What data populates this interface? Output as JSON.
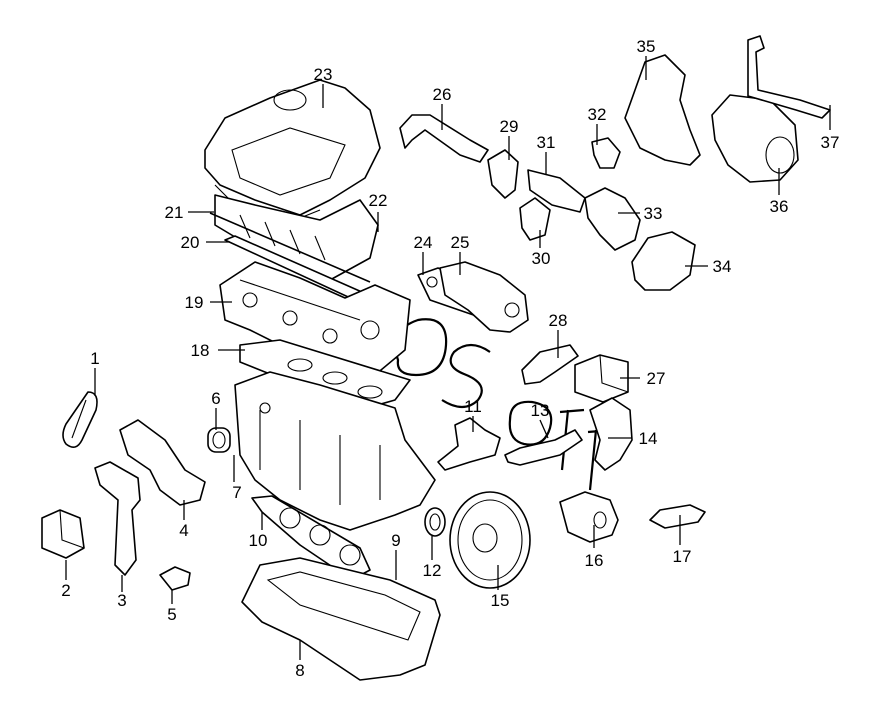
{
  "callouts": [
    {
      "id": "c1",
      "label": "1"
    },
    {
      "id": "c2",
      "label": "2"
    },
    {
      "id": "c3",
      "label": "3"
    },
    {
      "id": "c4",
      "label": "4"
    },
    {
      "id": "c5",
      "label": "5"
    },
    {
      "id": "c6",
      "label": "6"
    },
    {
      "id": "c7",
      "label": "7"
    },
    {
      "id": "c8",
      "label": "8"
    },
    {
      "id": "c9",
      "label": "9"
    },
    {
      "id": "c10",
      "label": "10"
    },
    {
      "id": "c11",
      "label": "11"
    },
    {
      "id": "c12",
      "label": "12"
    },
    {
      "id": "c13",
      "label": "13"
    },
    {
      "id": "c14",
      "label": "14"
    },
    {
      "id": "c15",
      "label": "15"
    },
    {
      "id": "c16",
      "label": "16"
    },
    {
      "id": "c17",
      "label": "17"
    },
    {
      "id": "c18",
      "label": "18"
    },
    {
      "id": "c19",
      "label": "19"
    },
    {
      "id": "c20",
      "label": "20"
    },
    {
      "id": "c21",
      "label": "21"
    },
    {
      "id": "c22",
      "label": "22"
    },
    {
      "id": "c23",
      "label": "23"
    },
    {
      "id": "c24",
      "label": "24"
    },
    {
      "id": "c25",
      "label": "25"
    },
    {
      "id": "c26",
      "label": "26"
    },
    {
      "id": "c27",
      "label": "27"
    },
    {
      "id": "c28",
      "label": "28"
    },
    {
      "id": "c29",
      "label": "29"
    },
    {
      "id": "c30",
      "label": "30"
    },
    {
      "id": "c31",
      "label": "31"
    },
    {
      "id": "c32",
      "label": "32"
    },
    {
      "id": "c33",
      "label": "33"
    },
    {
      "id": "c34",
      "label": "34"
    },
    {
      "id": "c35",
      "label": "35"
    },
    {
      "id": "c36",
      "label": "36"
    },
    {
      "id": "c37",
      "label": "37"
    }
  ],
  "colors": {
    "line": "#000000",
    "background": "#ffffff"
  }
}
